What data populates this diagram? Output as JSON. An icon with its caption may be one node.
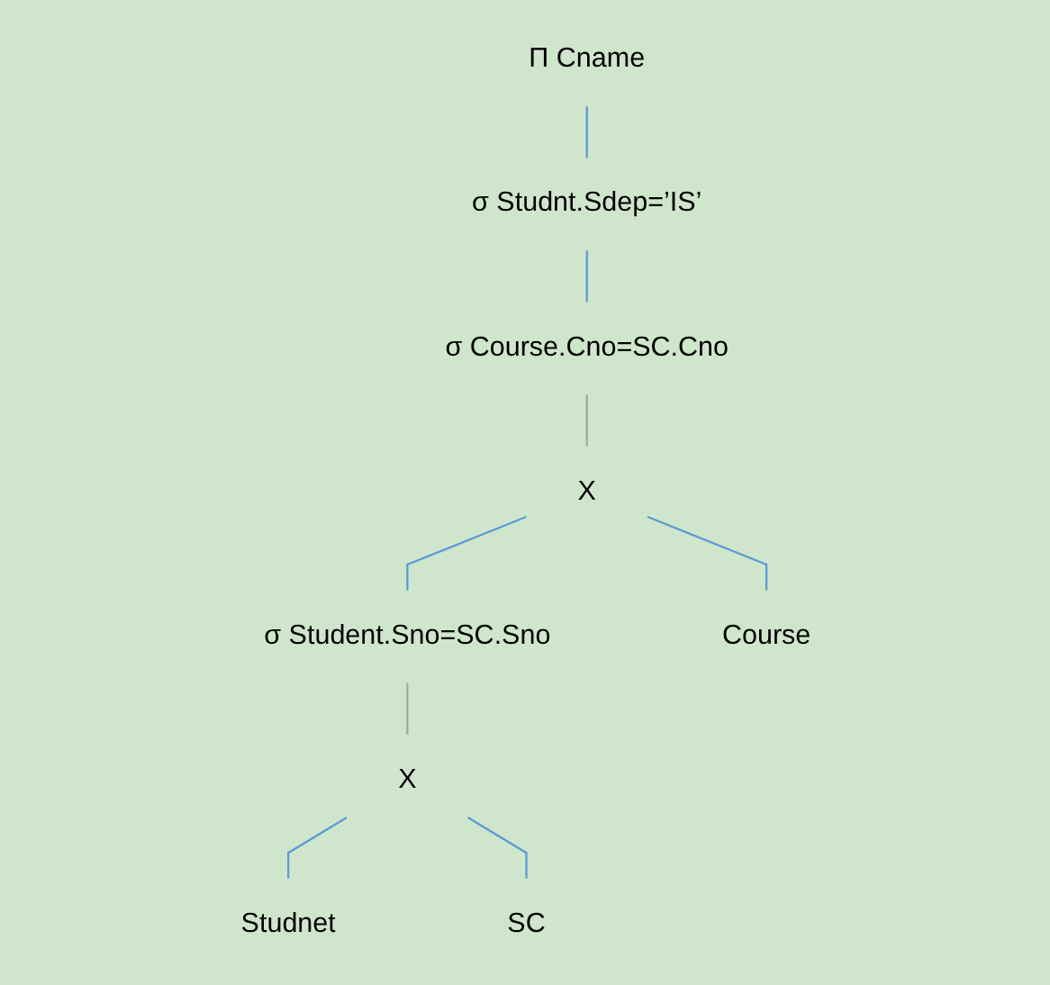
{
  "diagram": {
    "nodes": [
      {
        "text": [
          "Π Cname"
        ]
      },
      {
        "text": [
          "σ Studnt.Sdep=’IS’"
        ]
      },
      {
        "text": [
          "σ Course.Cno=SC.Cno"
        ]
      },
      {
        "text": [
          "X"
        ]
      },
      {
        "text": [
          "σ Student.Sno=SC.Sno"
        ]
      },
      {
        "text": [
          "Course"
        ]
      },
      {
        "text": [
          "X"
        ]
      },
      {
        "text": [
          "Studnet"
        ]
      },
      {
        "text": [
          "SC"
        ]
      }
    ],
    "edges": [
      {
        "from": 0,
        "to": 1,
        "arrow": "none"
      },
      {
        "from": 1,
        "to": 2,
        "arrow": "none"
      },
      {
        "from": 2,
        "to": 3,
        "arrow": "none",
        "color": "#a6a6a6"
      },
      {
        "from": 3,
        "to": 4,
        "arrow": "none"
      },
      {
        "from": 3,
        "to": 5,
        "arrow": "none"
      },
      {
        "from": 4,
        "to": 6,
        "arrow": "none",
        "color": "#a6a6a6"
      },
      {
        "from": 6,
        "to": 7,
        "arrow": "none"
      },
      {
        "from": 6,
        "to": 8,
        "arrow": "none"
      }
    ]
  }
}
